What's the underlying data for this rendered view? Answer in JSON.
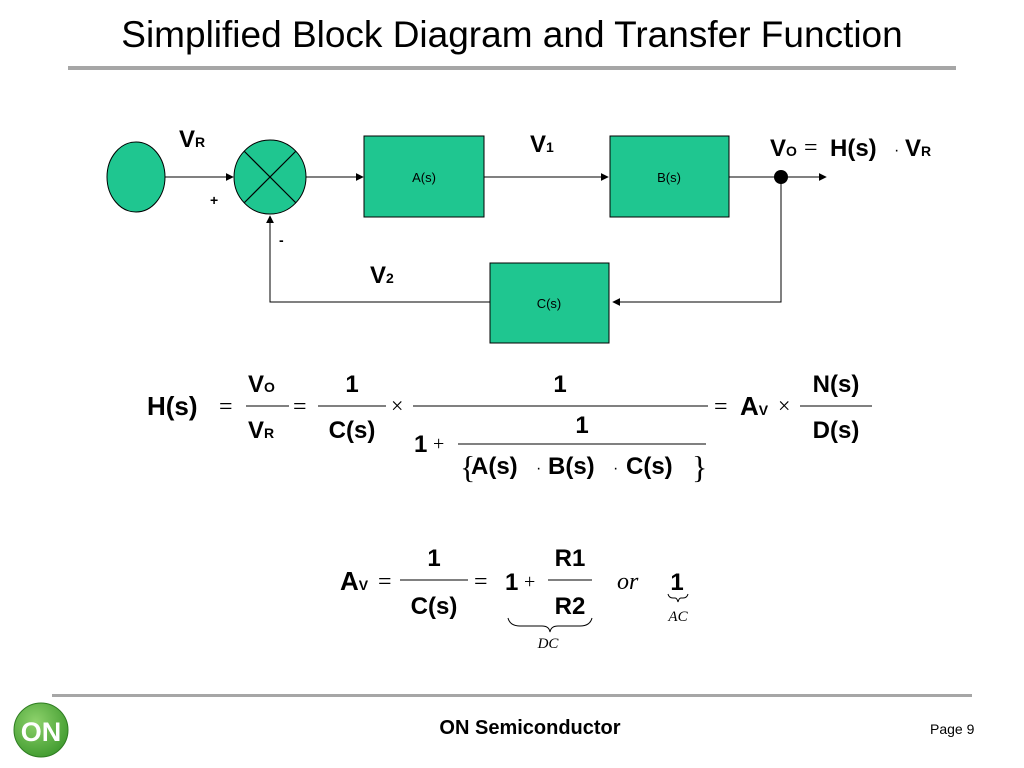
{
  "title": "Simplified Block Diagram and Transfer Function",
  "diagram": {
    "source": {
      "label": ""
    },
    "summing_junction": {
      "plus_sign": "+",
      "minus_sign": "-"
    },
    "blocks": [
      {
        "id": "a",
        "label": "A(s)"
      },
      {
        "id": "b",
        "label": "B(s)"
      },
      {
        "id": "c",
        "label": "C(s)"
      }
    ],
    "signals": {
      "vr": {
        "main": "V",
        "sub": "R"
      },
      "v1": {
        "main": "V",
        "sub": "1"
      },
      "v2": {
        "main": "V",
        "sub": "2"
      }
    },
    "output_eq": {
      "vo_main": "V",
      "vo_sub": "O",
      "equals": "=",
      "h": "H(s)",
      "dot": "·",
      "vr_main": "V",
      "vr_sub": "R"
    }
  },
  "equation1": {
    "lhs": "H(s)",
    "eq": "=",
    "frac1": {
      "num_main": "V",
      "num_sub": "O",
      "den_main": "V",
      "den_sub": "R"
    },
    "one": "1",
    "cs": "C(s)",
    "times": "×",
    "big_num": "1",
    "one_plus": "1",
    "plus": "+",
    "inner_num": "1",
    "brace_open": "{",
    "as": "A(s)",
    "dot": "·",
    "bs": "B(s)",
    "cs2": "C(s)",
    "brace_close": "}",
    "av_main": "A",
    "av_sub": "V",
    "ns": "N(s)",
    "ds": "D(s)"
  },
  "equation2": {
    "av_main": "A",
    "av_sub": "V",
    "eq": "=",
    "one": "1",
    "cs": "C(s)",
    "one_b": "1",
    "plus": "+",
    "r1": "R1",
    "r2": "R2",
    "dc": "DC",
    "or": "or",
    "one_ac": "1",
    "ac": "AC"
  },
  "footer": {
    "company": "ON Semiconductor",
    "page": "Page 9",
    "logo_text": "ON"
  },
  "colors": {
    "block_fill": "#1fc690",
    "logo_green": "#5db845",
    "rule_gray": "#a6a6a6"
  }
}
